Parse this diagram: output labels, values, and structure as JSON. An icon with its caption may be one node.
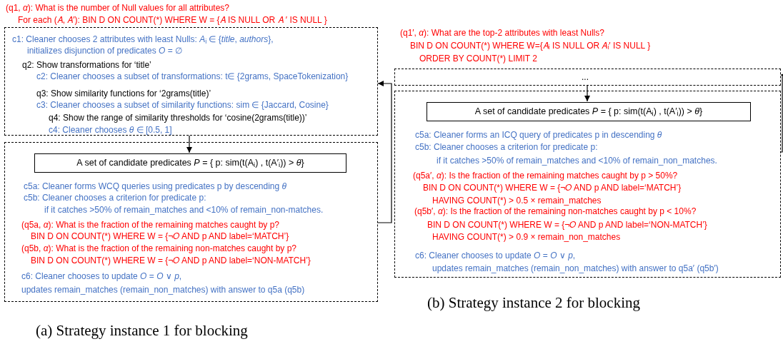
{
  "diagram": {
    "nodes": [
      {
        "text": [
          "c1: Cleaner chooses 2 attributes with least Nulls: *A*$_{i}$ ∈ {*title*, *authors*},",
          "initializes disjunction of predicates *O* = ∅",
          "q2: Show transformations for ‘title’",
          "c2: Cleaner chooses a subset of transformations: t∈ {2grams, SpaceTokenization}",
          "q3: Show similarity functions for ‘2grams(title)’",
          "c3: Cleaner chooses a subset of similarity functions: sim ∈ {Jaccard, Cosine}",
          "q4: Show the range of similarity thresholds for ‘cosine(2grams(title))’",
          "c4: Cleaner chooses *θ* ∈ [0.5, 1]"
        ]
      },
      {
        "text": [
          "c5a: Cleaner forms WCQ queries using predicates p by descending *θ*",
          "c5b: Cleaner chooses a criterion for predicate p:",
          "if it catches >50% of remain_matches and  <10% of remain_non-matches.",
          "(q5a, *α*): What is the fraction of the remaining matches caught by p?",
          "BIN D ON COUNT(*) WHERE W = {¬𝑂 AND p AND label=‘MATCH’}",
          "(q5b, *α*): What is the fraction of the remaining non-matches caught by p?",
          "BIN D ON COUNT(*) WHERE W = {¬𝑂 AND p AND label=‘NON-MATCH’}",
          "c6: Cleaner chooses to update *O* = *O* ∨ *p*,",
          "updates remain_matches (remain_non_matches) with answer to q5a (q5b)"
        ]
      },
      {
        "text": [
          "A set of candidate predicates *P* = { p: sim(t(A$_{i}$) , t(A′$_{i}$)) > *θ*}"
        ],
        "in": 1
      },
      {
        "text": [
          "..."
        ]
      },
      {
        "text": [
          "c5a: Cleaner forms an ICQ query of predicates p in descending *θ*",
          "c5b: Cleaner chooses a criterion for predicate p:",
          "if it catches >50% of remain_matches and  <10% of remain_non_matches.",
          "(q5a′, *α*): Is the fraction of the remaining matches caught by p > 50%?",
          "BIN D ON COUNT(*) WHERE W = {¬𝑂 AND p AND label=‘MATCH’}",
          "HAVING COUNT(*) > 0.5 × remain_matches",
          "(q5b′, *α*): Is the fraction of the remaining non-matches caught by p < 10%?",
          "BIN D ON COUNT(*) WHERE W = {¬𝑂 AND p AND label=‘NON-MATCH’}",
          "HAVING COUNT(*) > 0.9 × remain_non_matches",
          "c6: Cleaner chooses to update *O* = *O* ∨ *p*,",
          "updates remain_matches (remain_non_matches) with answer to q5a′ (q5b′)"
        ]
      },
      {
        "text": [
          "A set of candidate predicates *P* = { p: sim(t(A$_{i}$) , t(A′$_{i}$)) > *θ*}"
        ],
        "in": 4
      }
    ],
    "edges": [
      {
        "from": 0,
        "to": 2,
        "arrow": "to"
      },
      {
        "from": 1,
        "to": 0,
        "arrow": "to"
      },
      {
        "from": 3,
        "to": 5,
        "arrow": "to"
      },
      {
        "from": 4,
        "to": 3,
        "arrow": "to"
      }
    ],
    "labels": [
      "(q1, *α*): What is the number of Null values for all attributes?",
      "For each (𝐴, 𝐴′):  BIN D ON COUNT(*) WHERE W = {𝐴 IS NULL OR 𝐴 ′ IS NULL }",
      "(q1′, *α*): What are the top-2 attributes with least Nulls?",
      "BIN D ON COUNT(*) WHERE W={𝐴ᵢ IS NULL OR 𝐴ᵢ′ IS NULL }",
      "ORDER BY COUNT(*) LIMIT 2",
      "(a) Strategy instance 1 for blocking",
      "(b) Strategy instance 2 for blocking"
    ]
  }
}
